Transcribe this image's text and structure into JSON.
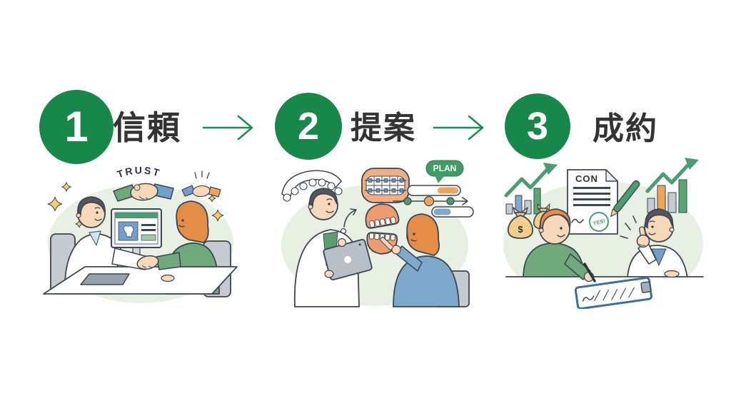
{
  "steps": [
    {
      "number": "1",
      "label": "信頼"
    },
    {
      "number": "2",
      "label": "提案"
    },
    {
      "number": "3",
      "label": "成約"
    }
  ],
  "illustrations": {
    "trust": {
      "banner_text": "TRUST"
    },
    "proposal": {
      "plan_badge": "PLAN"
    },
    "closing": {
      "document_title": "CON",
      "approval_stamp": "YES!",
      "money_bag_symbol": "$"
    }
  },
  "colors": {
    "step_circle_green": "#17874a",
    "arrow_green": "#1b8f4f",
    "heading_text": "#333333",
    "blob_background": "#e8efe3",
    "plan_badge_green": "#3f9e68",
    "accent_orange": "#eda55c",
    "accent_blue": "#7fa9cc",
    "chart_green": "#58a876",
    "outline": "#3d4653"
  }
}
